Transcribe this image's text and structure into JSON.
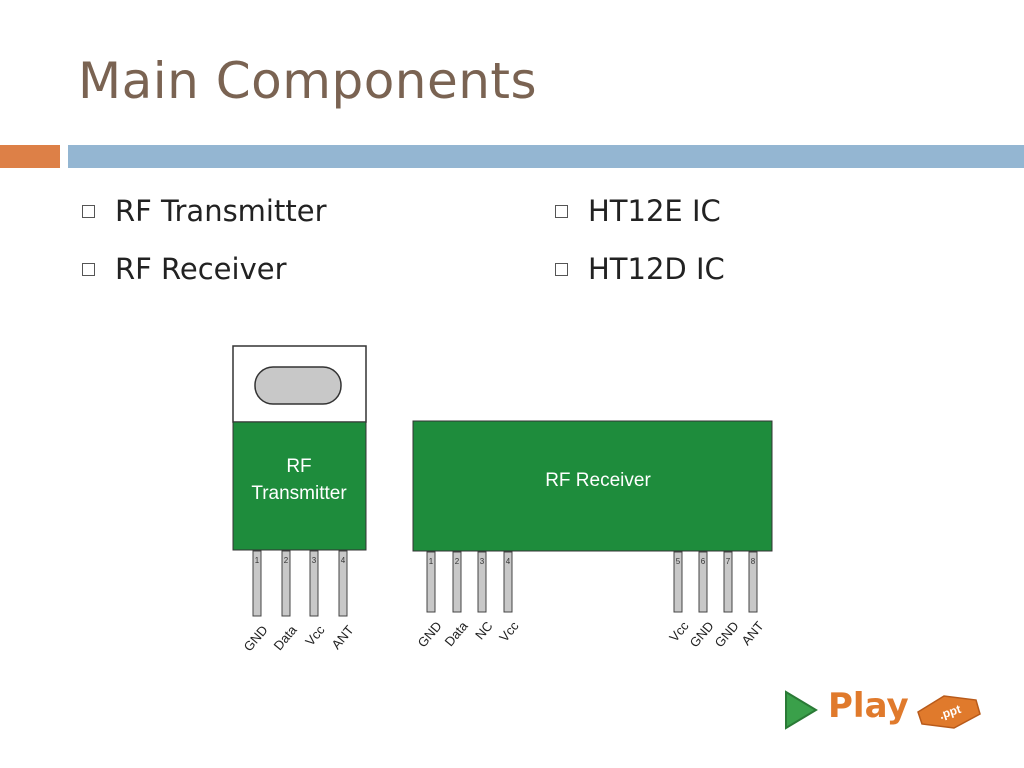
{
  "slide": {
    "title": "Main Components",
    "bullets_left": [
      "RF Transmitter",
      "RF Receiver"
    ],
    "bullets_right": [
      "HT12E IC",
      "HT12D IC"
    ]
  },
  "diagram": {
    "transmitter": {
      "label_line1": "RF",
      "label_line2": "Transmitter",
      "pin_numbers": [
        "1",
        "2",
        "3",
        "4"
      ],
      "pin_labels": [
        "GND",
        "Data",
        "Vcc",
        "ANT"
      ]
    },
    "receiver": {
      "label": "RF Receiver",
      "pin_numbers": [
        "1",
        "2",
        "3",
        "4",
        "5",
        "6",
        "7",
        "8"
      ],
      "pin_labels": [
        "GND",
        "Data",
        "NC",
        "Vcc",
        "Vcc",
        "GND",
        "GND",
        "ANT"
      ]
    }
  },
  "footer": {
    "play_label": "Play",
    "badge_label": ".ppt"
  },
  "colors": {
    "title": "#7a6352",
    "accent_orange": "#dd8047",
    "bar_blue": "#94b6d2",
    "module_green": "#1e8c3c",
    "play_orange": "#e07a2c",
    "play_arrow_green": "#3aa04a"
  }
}
